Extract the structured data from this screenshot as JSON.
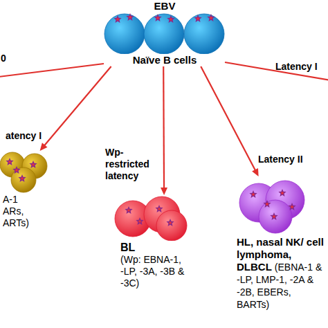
{
  "diagram": {
    "nodes": [
      {
        "text": [
          "EBV",
          "Naïve B cells"
        ]
      },
      {
        "text": [
          "A-1 ARs, ARTs)"
        ]
      },
      {
        "text": [
          "BL",
          "(Wp: EBNA-1, -LP, -3A, -3B & -3C)"
        ]
      },
      {
        "text": [
          "HL, nasal NK/ cell lymphoma, DLBCL",
          "(EBNA-1 & -LP, LMP-1, -2A & -2B, EBERs, BARTs)"
        ]
      }
    ],
    "edges": [
      {
        "from": 0,
        "to": 1,
        "arrow": "to",
        "label": "atency I"
      },
      {
        "from": 0,
        "to": 2,
        "arrow": "to",
        "label": "Wp- restricted latency"
      },
      {
        "from": 0,
        "to": 3,
        "arrow": "to",
        "label": "Latency II"
      }
    ],
    "labels": [
      "0",
      "Latency I"
    ]
  }
}
